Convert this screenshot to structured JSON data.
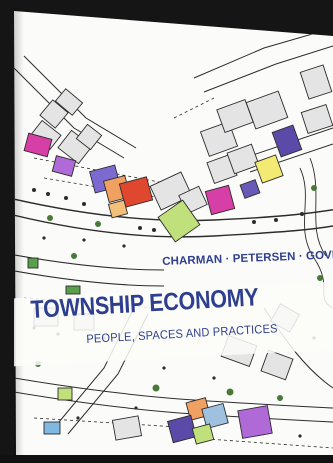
{
  "book": {
    "authors": "CHARMAN · PETERSEN · GOVENDER",
    "title": "TOWNSHIP ECONOMY",
    "subtitle": "PEOPLE, SPACES AND PRACTICES"
  },
  "colors": {
    "background": "#151515",
    "cover": "#fbfbf9",
    "text_blue": "#2f3f8f",
    "map_line": "#2c2c2c",
    "building_gray": "#e4e4e4",
    "tree_green": "#4a7a3a",
    "accent_purple": "#5b4aa8",
    "accent_yellow": "#f2ea72",
    "accent_magenta": "#d63fa6",
    "accent_red": "#e0472f",
    "accent_orange": "#f0a060",
    "accent_lime": "#bfe07a",
    "accent_violet": "#b06ad8"
  },
  "icons": {
    "map": "township-site-plan-illustration"
  }
}
